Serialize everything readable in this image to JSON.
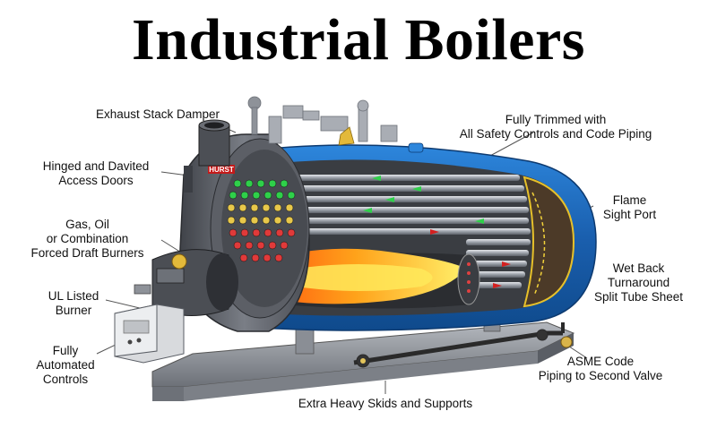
{
  "title": "Industrial Boilers",
  "labels": {
    "exhaust_stack_damper": "Exhaust Stack Damper",
    "hinged_access_doors": "Hinged and Davited\nAccess Doors",
    "burners": "Gas, Oil\nor Combination\nForced Draft Burners",
    "ul_listed_burner": "UL Listed\nBurner",
    "automated_controls": "Fully\nAutomated\nControls",
    "skids_supports": "Extra Heavy Skids and Supports",
    "fully_trimmed": "Fully Trimmed with\nAll Safety Controls and Code Piping",
    "flame_sight_port": "Flame\nSight Port",
    "wet_back": "Wet Back\nTurnaround\nSplit Tube Sheet",
    "asme_code": "ASME Code\nPiping to Second Valve"
  },
  "logo_text": "HURST",
  "colors": {
    "shell_blue": "#1f6fc4",
    "shell_gray": "#5c5f66",
    "flame_orange": "#ff8a1a",
    "flame_yellow": "#ffe23a",
    "skid_gray": "#8f949b"
  }
}
